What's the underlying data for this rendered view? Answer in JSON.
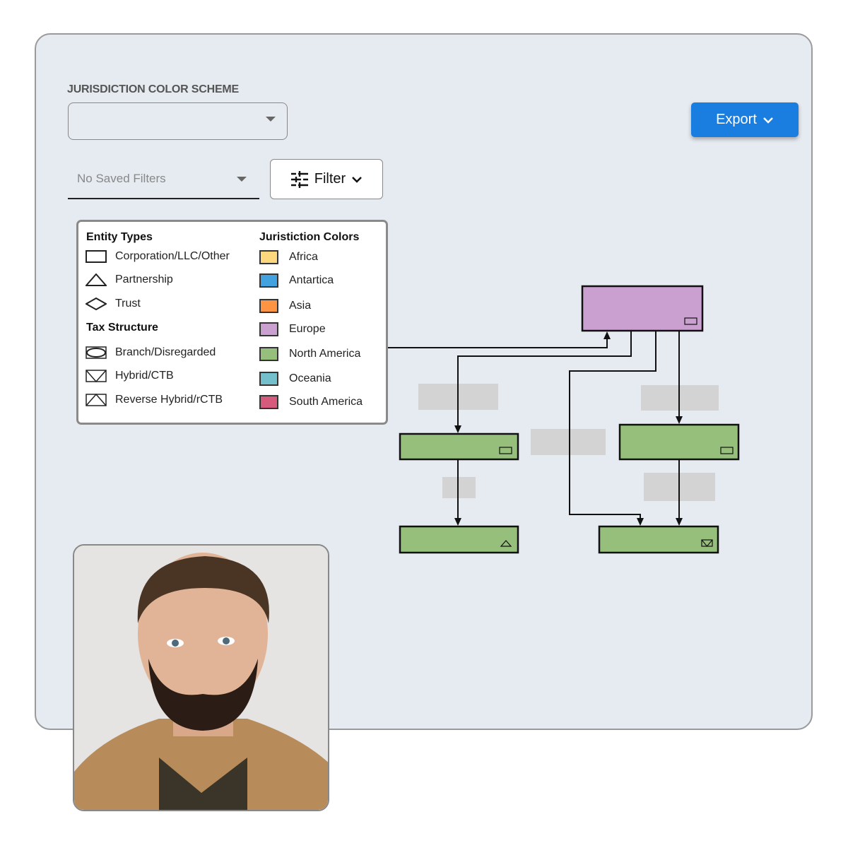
{
  "scheme": {
    "label": "JURISDICTION COLOR SCHEME",
    "value": ""
  },
  "saved_filters": {
    "value": "No Saved Filters"
  },
  "filter_button": {
    "label": "Filter"
  },
  "export_button": {
    "label": "Export"
  },
  "legend": {
    "entity_title": "Entity Types",
    "entities": [
      {
        "label": "Corporation/LLC/Other",
        "icon": "rectangle"
      },
      {
        "label": "Partnership",
        "icon": "triangle"
      },
      {
        "label": "Trust",
        "icon": "diamond"
      }
    ],
    "tax_title": "Tax Structure",
    "tax": [
      {
        "label": "Branch/Disregarded",
        "icon": "ellipse-box"
      },
      {
        "label": "Hybrid/CTB",
        "icon": "down-triangle-box"
      },
      {
        "label": "Reverse Hybrid/rCTB",
        "icon": "up-triangle-box"
      }
    ],
    "colors_title": "Juristiction Colors",
    "colors": [
      {
        "label": "Africa",
        "color": "#fdd77e"
      },
      {
        "label": "Antartica",
        "color": "#42a1df"
      },
      {
        "label": "Asia",
        "color": "#fd9443"
      },
      {
        "label": "Europe",
        "color": "#c9a0cf"
      },
      {
        "label": "North America",
        "color": "#96bf7c"
      },
      {
        "label": "Oceania",
        "color": "#74bfcc"
      },
      {
        "label": "South America",
        "color": "#d65a7c"
      }
    ]
  },
  "diagram": {
    "node_colors": {
      "europe": "#c9a0cf",
      "north_america": "#96bf7c"
    }
  }
}
